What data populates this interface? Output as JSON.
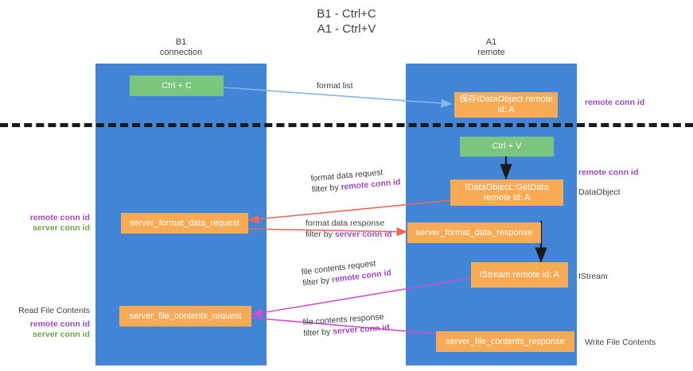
{
  "title": "B1 - Ctrl+C\nA1 - Ctrl+V",
  "lanes": [
    {
      "id": "b1",
      "header": "B1\nconnection"
    },
    {
      "id": "a1",
      "header": "A1\nremote"
    }
  ],
  "nodes": [
    {
      "id": "ctrl-c",
      "label": "Ctrl + C",
      "color": "#7bc67e"
    },
    {
      "id": "save-idataobject",
      "label": "保存IDataObject\nremote id: A",
      "color": "#f8ab54"
    },
    {
      "id": "ctrl-v",
      "label": "Ctrl + V",
      "color": "#7bc67e"
    },
    {
      "id": "idataobject-getdata",
      "label": "IDataObject::GetData\nremote id: A",
      "color": "#f8ab54"
    },
    {
      "id": "server-format-data-request",
      "label": "server_format_data_request",
      "color": "#f8ab54"
    },
    {
      "id": "server-format-data-response",
      "label": "server_format_data_response",
      "color": "#f8ab54"
    },
    {
      "id": "istream",
      "label": "IStream\nremote id: A",
      "color": "#f8ab54"
    },
    {
      "id": "server-file-contents-request",
      "label": "server_file_contents_request",
      "color": "#f8ab54"
    },
    {
      "id": "server-file-contents-response",
      "label": "server_file_contents_response",
      "color": "#f8ab54"
    }
  ],
  "edges": [
    {
      "id": "format-list",
      "label": "format list",
      "filter": "",
      "filter_prefix": ""
    },
    {
      "id": "format-data-request",
      "label": "format data request",
      "filter": "remote conn id",
      "filter_prefix": "filter by "
    },
    {
      "id": "format-data-response",
      "label": "format data response",
      "filter": "server conn id",
      "filter_prefix": "filter by "
    },
    {
      "id": "file-contents-request",
      "label": "file contents request",
      "filter": "remote conn id",
      "filter_prefix": "filter by "
    },
    {
      "id": "file-contents-response",
      "label": "file contents response",
      "filter": "server conn id",
      "filter_prefix": "filter by "
    }
  ],
  "notes": {
    "right_remote_conn_id_top": "remote conn id",
    "right_remote_conn_id_mid": "remote conn id",
    "right_dataobject": "DataObject",
    "right_istream": "IStream",
    "right_write_file_contents": "Write File Contents",
    "left_remote_conn_id_mid": "remote conn id",
    "left_server_conn_id_mid": "server conn id",
    "left_read_file_contents": "Read File Contents",
    "left_remote_conn_id_bottom": "remote conn id",
    "left_server_conn_id_bottom": "server conn id"
  },
  "colors": {
    "lane": "#4285d6",
    "node_green": "#7bc67e",
    "node_orange": "#f8ab54",
    "arrow_blue": "#7eb6e8",
    "arrow_red": "#e8685f",
    "arrow_magenta": "#cc4fcc",
    "arrow_black": "#1a1a1a",
    "conn_remote": "#a349c4",
    "conn_server": "#6aa84f",
    "divider": "#1a1a1a"
  }
}
